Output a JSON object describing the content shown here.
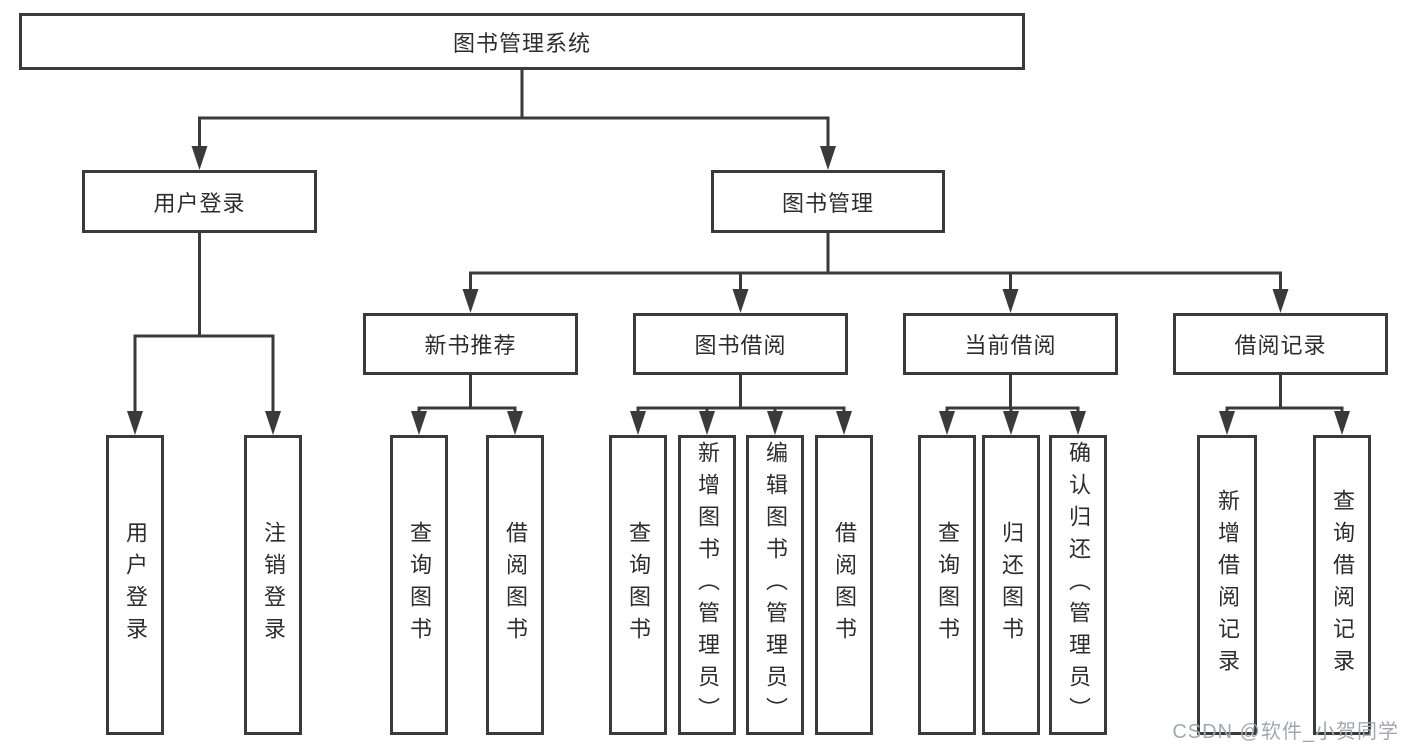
{
  "diagram": {
    "watermark": "CSDN @软件_小贺同学",
    "colors": {
      "line": "#3a3a3a",
      "text": "#2d2d2d",
      "background": "#ffffff",
      "watermark": "#a2a8b0"
    },
    "tree": {
      "id": "root",
      "label": "图书管理系统",
      "children": [
        {
          "id": "user-login",
          "label": "用户登录",
          "children": [
            {
              "id": "leaf-user-login",
              "label": "用户登录"
            },
            {
              "id": "leaf-logout",
              "label": "注销登录"
            }
          ]
        },
        {
          "id": "book-mgmt",
          "label": "图书管理",
          "children": [
            {
              "id": "new-book-rec",
              "label": "新书推荐",
              "children": [
                {
                  "id": "rec-query-book",
                  "label": "查询图书"
                },
                {
                  "id": "rec-borrow-book",
                  "label": "借阅图书"
                }
              ]
            },
            {
              "id": "book-borrow",
              "label": "图书借阅",
              "children": [
                {
                  "id": "bb-query-book",
                  "label": "查询图书"
                },
                {
                  "id": "bb-add-book",
                  "label": "新增图书（管理员）"
                },
                {
                  "id": "bb-edit-book",
                  "label": "编辑图书（管理员）"
                },
                {
                  "id": "bb-borrow-book",
                  "label": "借阅图书"
                }
              ]
            },
            {
              "id": "current-borrow",
              "label": "当前借阅",
              "children": [
                {
                  "id": "cb-query-book",
                  "label": "查询图书"
                },
                {
                  "id": "cb-return-book",
                  "label": "归还图书"
                },
                {
                  "id": "cb-confirm-return",
                  "label": "确认归还（管理员）"
                }
              ]
            },
            {
              "id": "borrow-records",
              "label": "借阅记录",
              "children": [
                {
                  "id": "br-add-record",
                  "label": "新增借阅记录"
                },
                {
                  "id": "br-query-record",
                  "label": "查询借阅记录"
                }
              ]
            }
          ]
        }
      ]
    }
  }
}
